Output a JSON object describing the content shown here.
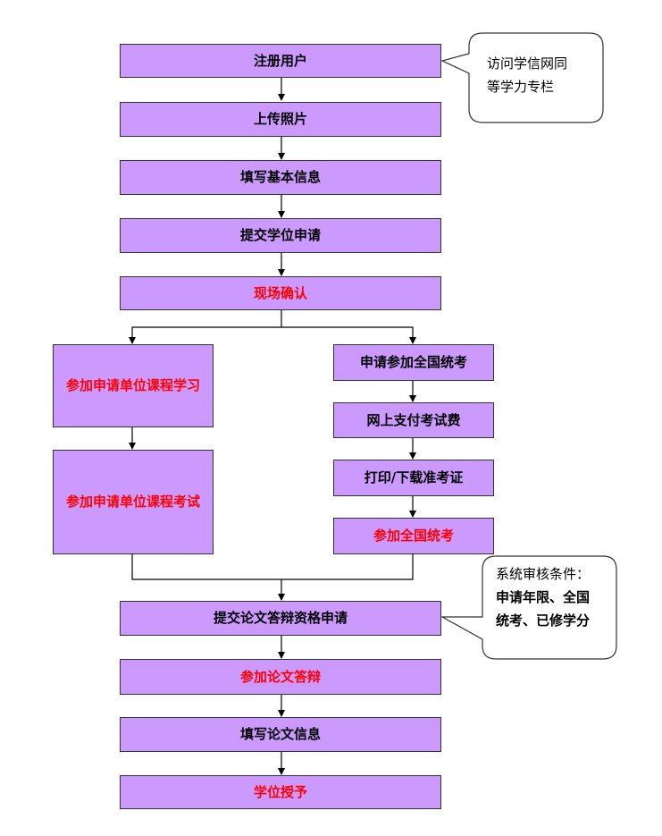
{
  "colors": {
    "box_fill": "#cc99ff",
    "box_border": "#333333",
    "highlight_text": "#ff0000",
    "normal_text": "#000000"
  },
  "steps": {
    "register": "注册用户",
    "upload_photo": "上传照片",
    "basic_info": "填写基本信息",
    "submit_application": "提交学位申请",
    "onsite_confirm": "现场确认",
    "unit_course_study": "参加申请单位课程学习",
    "unit_course_exam": "参加申请单位课程考试",
    "apply_national_exam": "申请参加全国统考",
    "pay_fee": "网上支付考试费",
    "print_ticket": "打印/下载准考证",
    "take_national_exam": "参加全国统考",
    "submit_defense": "提交论文答辩资格申请",
    "attend_defense": "参加论文答辩",
    "thesis_info": "填写论文信息",
    "degree_award": "学位授予"
  },
  "callouts": {
    "visit": {
      "line1": "访问学信网同",
      "line2": "等学力专栏"
    },
    "review": {
      "line1": "系统审核条件：",
      "line2": "申请年限、全国",
      "line3": "统考、已修学分"
    }
  }
}
